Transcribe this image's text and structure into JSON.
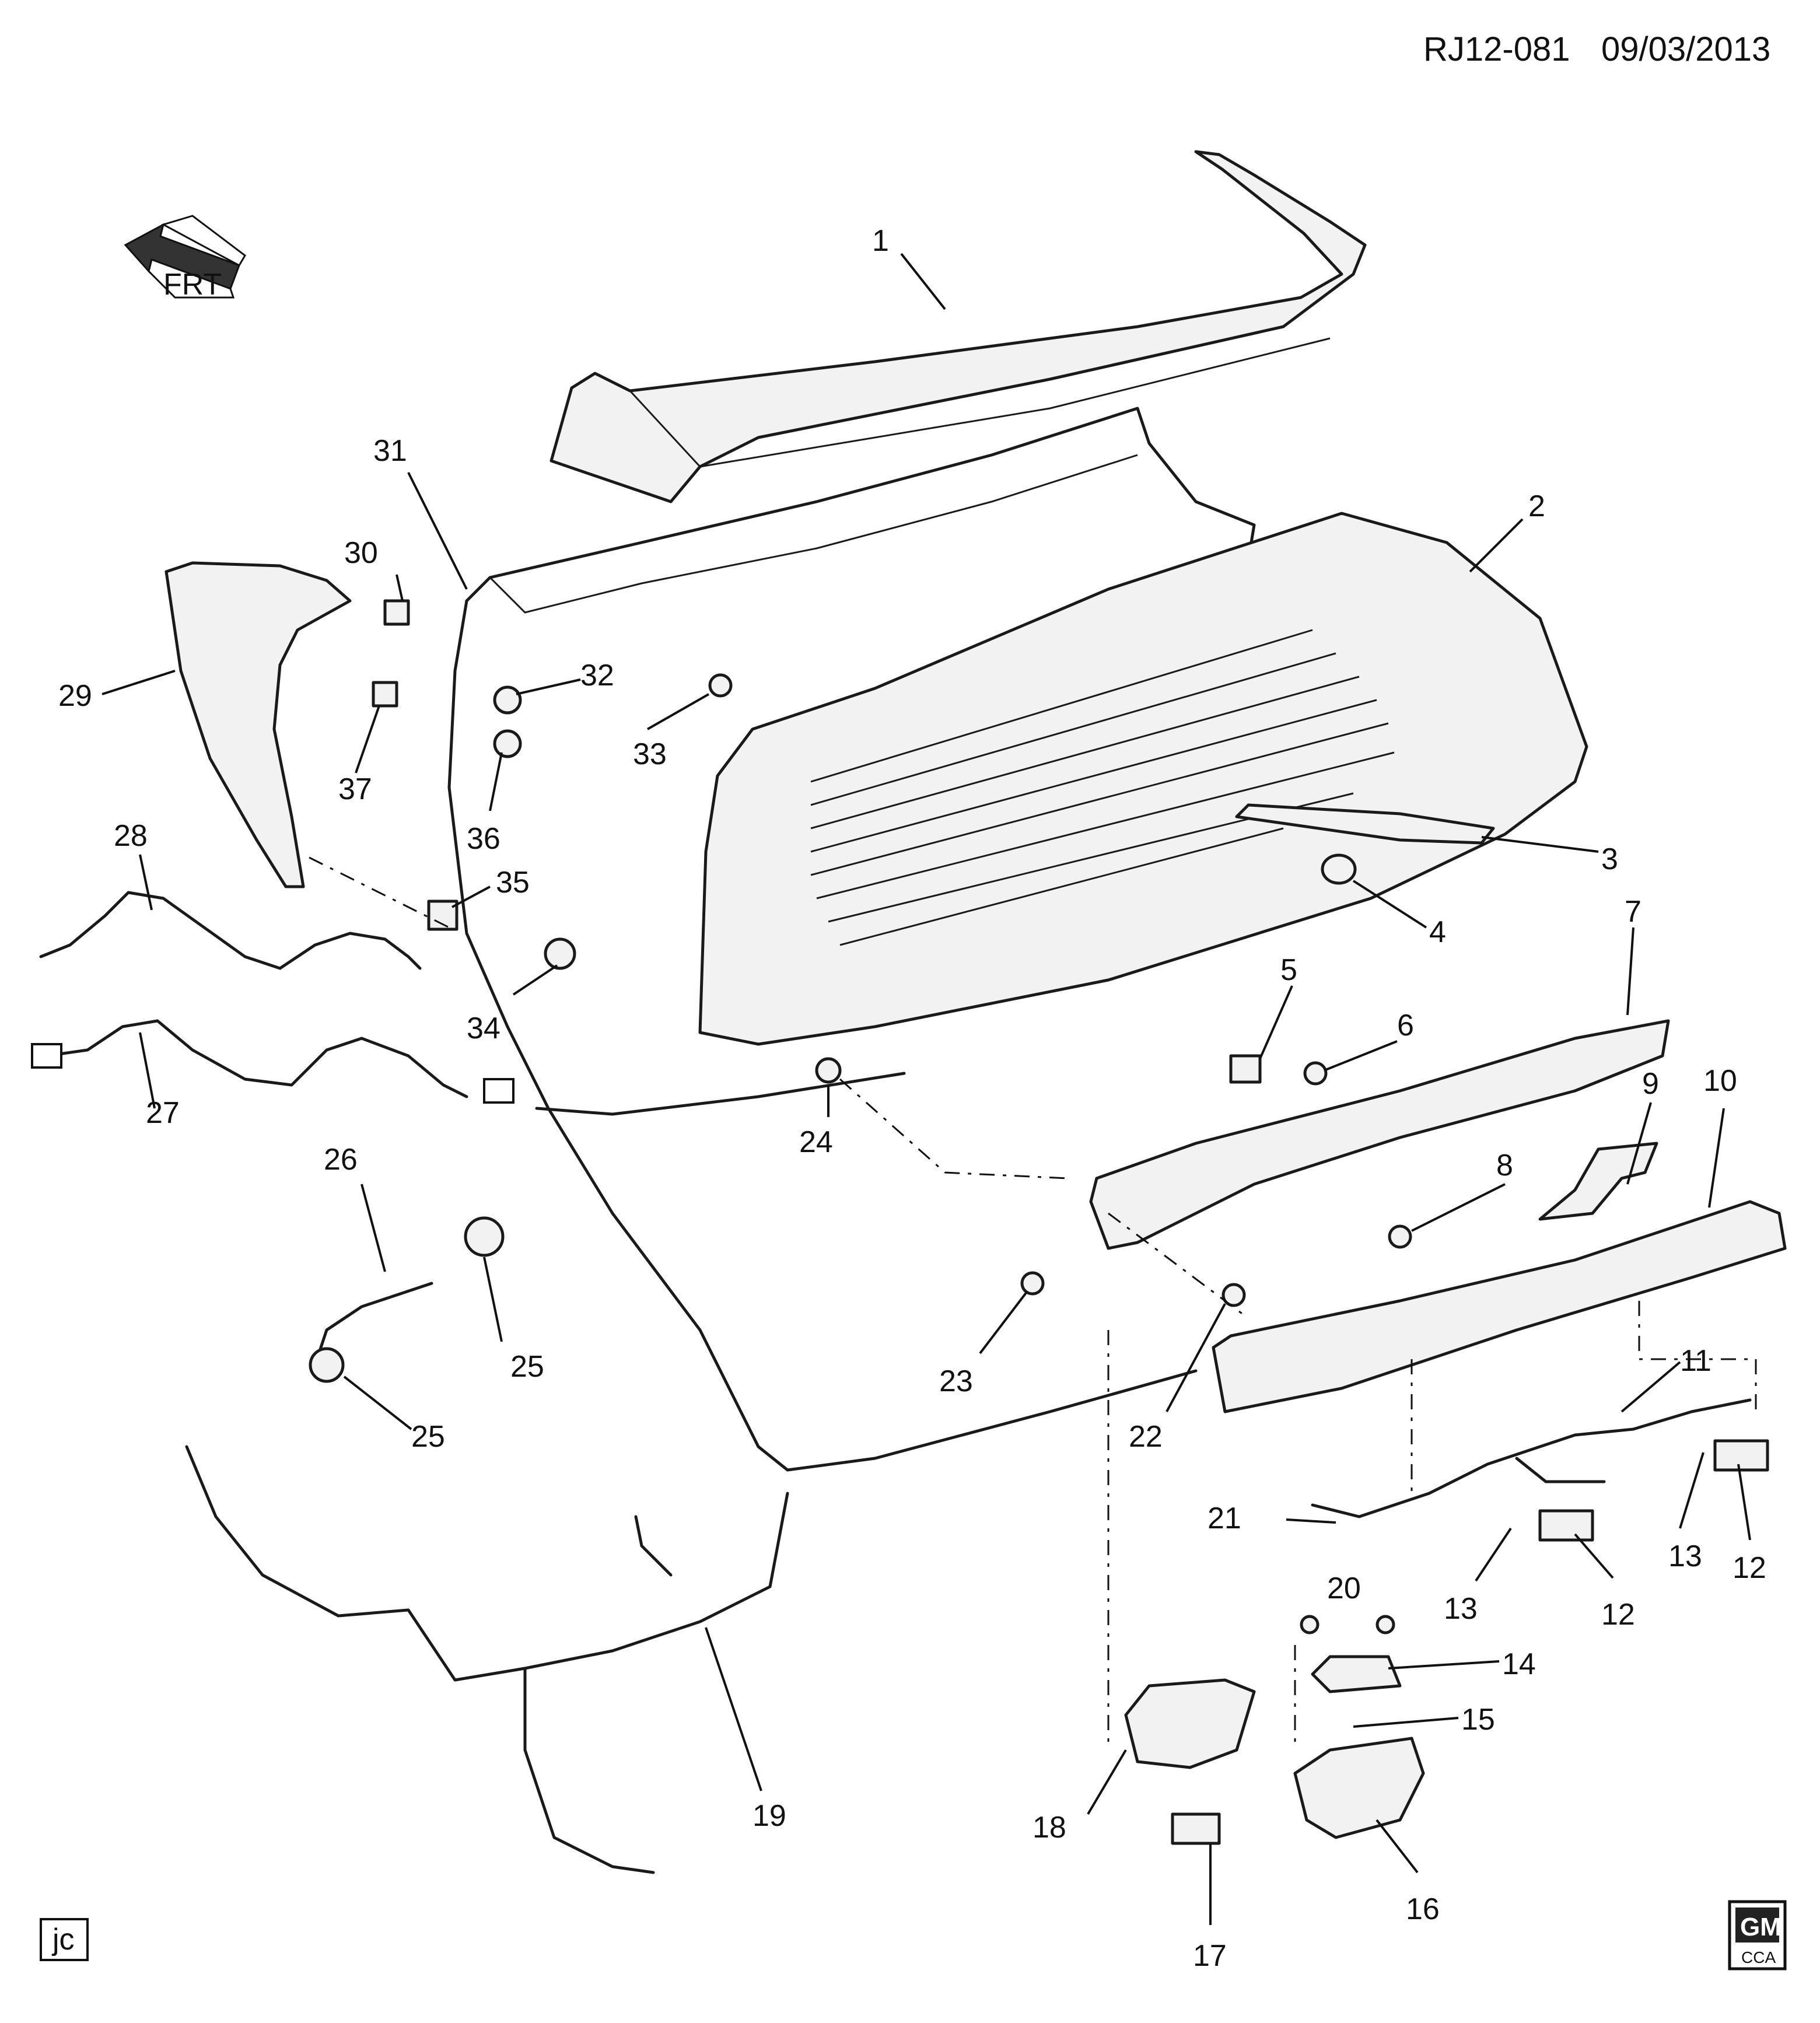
{
  "header": {
    "code": "RJ12-081",
    "date": "09/03/2013"
  },
  "direction_arrow": {
    "text": "FRT"
  },
  "footer": {
    "initials": "jc",
    "logo": "GM",
    "logo_sub": "CCA"
  },
  "callouts": [
    {
      "id": "c1",
      "text": "1"
    },
    {
      "id": "c2",
      "text": "2"
    },
    {
      "id": "c3",
      "text": "3"
    },
    {
      "id": "c4",
      "text": "4"
    },
    {
      "id": "c5",
      "text": "5"
    },
    {
      "id": "c6",
      "text": "6"
    },
    {
      "id": "c7",
      "text": "7"
    },
    {
      "id": "c8",
      "text": "8"
    },
    {
      "id": "c9",
      "text": "9"
    },
    {
      "id": "c10",
      "text": "10"
    },
    {
      "id": "c11",
      "text": "11"
    },
    {
      "id": "c12a",
      "text": "12"
    },
    {
      "id": "c12b",
      "text": "12"
    },
    {
      "id": "c13a",
      "text": "13"
    },
    {
      "id": "c13b",
      "text": "13"
    },
    {
      "id": "c14",
      "text": "14"
    },
    {
      "id": "c15",
      "text": "15"
    },
    {
      "id": "c16",
      "text": "16"
    },
    {
      "id": "c17",
      "text": "17"
    },
    {
      "id": "c18",
      "text": "18"
    },
    {
      "id": "c19",
      "text": "19"
    },
    {
      "id": "c20",
      "text": "20"
    },
    {
      "id": "c21",
      "text": "21"
    },
    {
      "id": "c22",
      "text": "22"
    },
    {
      "id": "c23",
      "text": "23"
    },
    {
      "id": "c24",
      "text": "24"
    },
    {
      "id": "c25a",
      "text": "25"
    },
    {
      "id": "c25b",
      "text": "25"
    },
    {
      "id": "c26",
      "text": "26"
    },
    {
      "id": "c27",
      "text": "27"
    },
    {
      "id": "c28",
      "text": "28"
    },
    {
      "id": "c29",
      "text": "29"
    },
    {
      "id": "c30",
      "text": "30"
    },
    {
      "id": "c31",
      "text": "31"
    },
    {
      "id": "c32",
      "text": "32"
    },
    {
      "id": "c33",
      "text": "33"
    },
    {
      "id": "c34",
      "text": "34"
    },
    {
      "id": "c35",
      "text": "35"
    },
    {
      "id": "c36",
      "text": "36"
    },
    {
      "id": "c37",
      "text": "37"
    }
  ]
}
